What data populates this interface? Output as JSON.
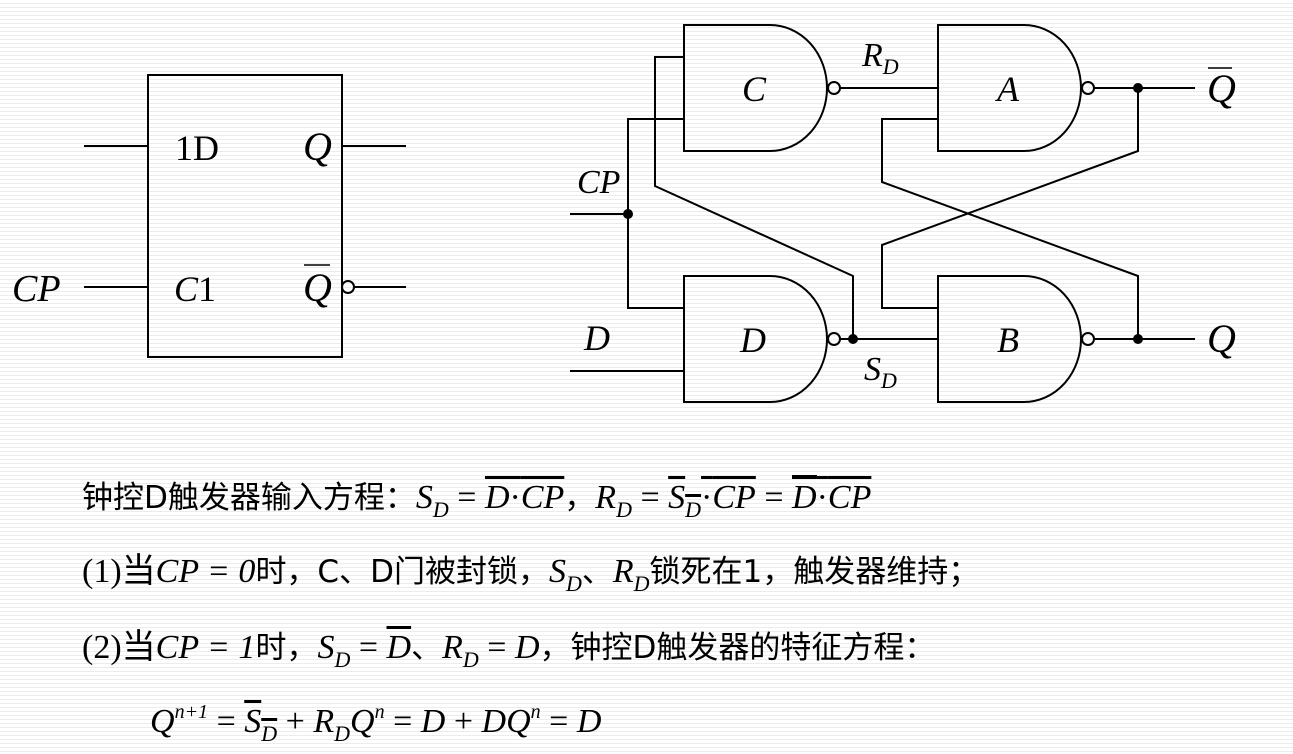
{
  "block": {
    "input_d": "1D",
    "input_clk_prefix": "C",
    "input_clk_suffix": "1",
    "output_q": "Q",
    "output_qbar": "Q",
    "cp": "CP"
  },
  "gates": {
    "c": "C",
    "a": "A",
    "d": "D",
    "b": "B",
    "rd_main": "R",
    "rd_sub": "D",
    "sd_main": "S",
    "sd_sub": "D",
    "cp": "CP",
    "d_in": "D",
    "q_out": "Q",
    "qbar_out": "Q"
  },
  "equations": {
    "line1_cn": "钟控D触发器输入方程：",
    "line2_prefix": "(1)当",
    "line2_cond": "CP = 0",
    "line2_mid_cn": "时，C、D门被封锁，",
    "line2_tail_cn": "锁死在1，触发器维持；",
    "line3_prefix": "(2)当",
    "line3_cond": "CP = 1",
    "line3_mid_cn": "时，",
    "line3_tail_cn": "钟控D触发器的特征方程：",
    "sep_comma": "，",
    "sep_dun": "、",
    "q": "Q",
    "n1": "n+1",
    "n": "n",
    "D": "D",
    "S": "S",
    "R": "R",
    "CP": "CP",
    "eq": " = ",
    "plus": " + ",
    "dot": "·"
  }
}
